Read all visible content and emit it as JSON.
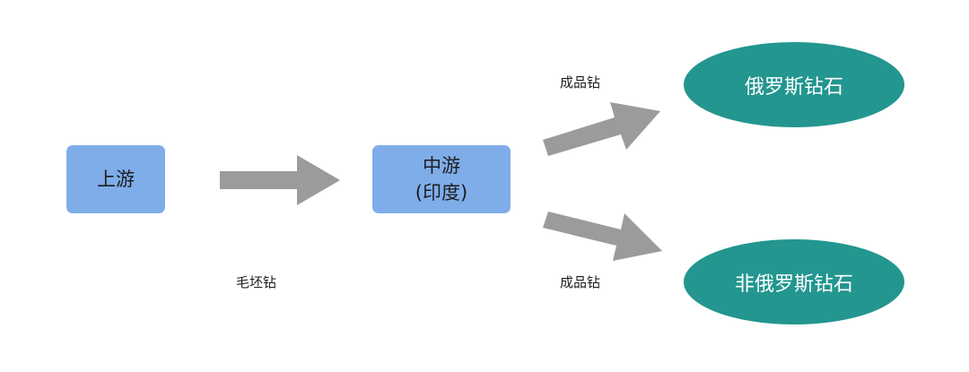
{
  "nodes": {
    "upstream": "上游",
    "midstream_line1": "中游",
    "midstream_line2": "(印度)",
    "russian": "俄罗斯钻石",
    "non_russian": "非俄罗斯钻石"
  },
  "edges": {
    "rough": "毛坯钻",
    "finished_top": "成品钻",
    "finished_bottom": "成品钻"
  },
  "colors": {
    "box": "#7fadea",
    "ellipse": "#22968f",
    "arrow": "#9b9b9b"
  },
  "icons": {
    "arrow": "thick-right-arrow"
  }
}
